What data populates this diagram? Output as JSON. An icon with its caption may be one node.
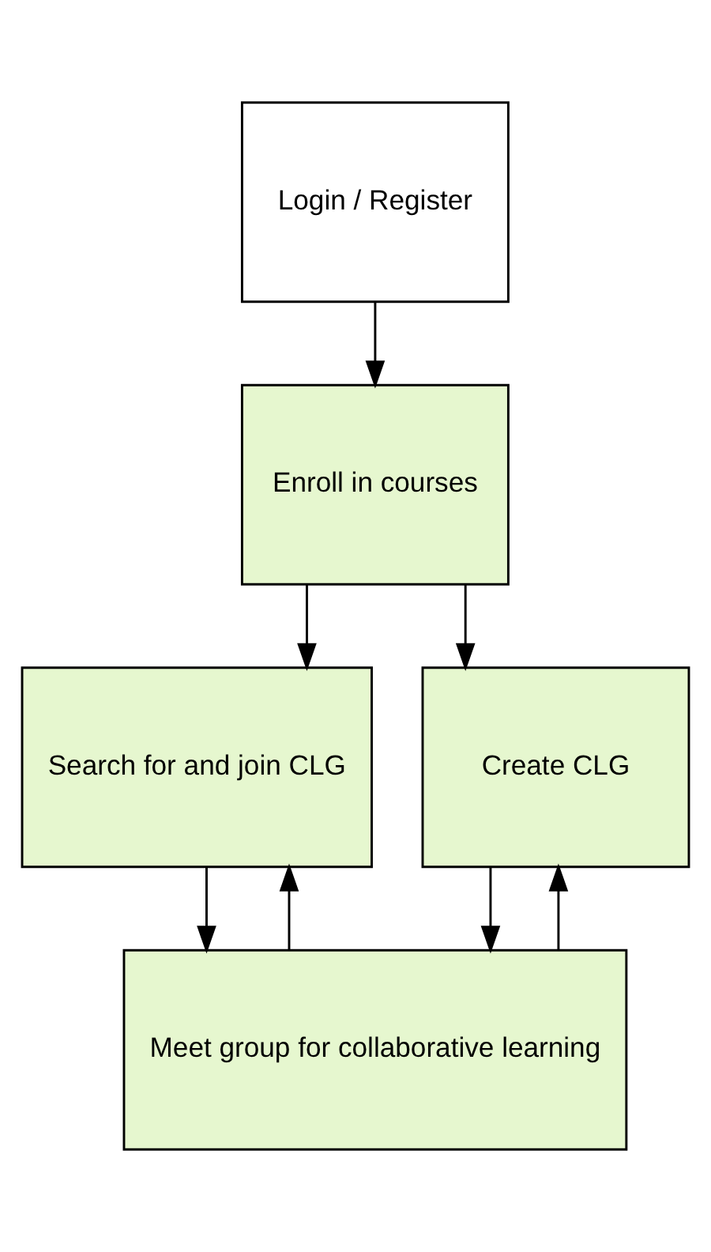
{
  "diagram": {
    "nodes": [
      {
        "text": [
          "Login / Register"
        ]
      },
      {
        "text": [
          "Enroll in courses"
        ]
      },
      {
        "text": [
          "Search for and join CLG"
        ]
      },
      {
        "text": [
          "Create CLG"
        ]
      },
      {
        "text": [
          "Meet group for collaborative learning"
        ]
      }
    ],
    "edges": [
      {
        "from": 0,
        "to": 1,
        "arrow": "to"
      },
      {
        "from": 1,
        "to": 2,
        "arrow": "to"
      },
      {
        "from": 1,
        "to": 3,
        "arrow": "to"
      },
      {
        "from": 2,
        "to": 4,
        "arrow": "to"
      },
      {
        "from": 3,
        "to": 4,
        "arrow": "to"
      },
      {
        "from": 4,
        "to": 2,
        "arrow": "to"
      },
      {
        "from": 4,
        "to": 3,
        "arrow": "to"
      }
    ]
  }
}
